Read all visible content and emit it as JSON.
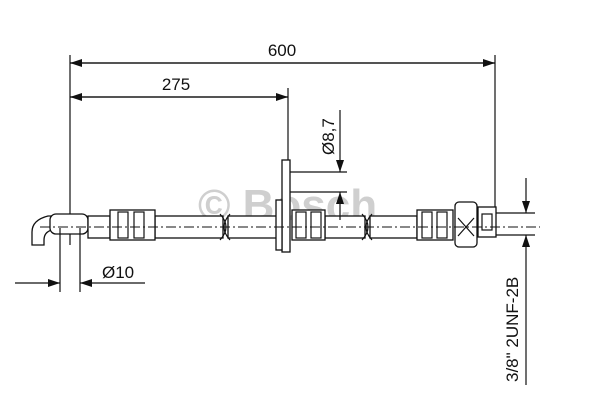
{
  "drawing": {
    "dimensions": {
      "overall_length": "600",
      "bracket_position": "275",
      "bracket_diameter": "Ø8,7",
      "left_fitting_diameter": "Ø10",
      "thread": "3/8\" 2UNF-2B"
    },
    "watermark": "© Bosch",
    "line_color": "#111111",
    "watermark_color": "#cfcfcf"
  }
}
